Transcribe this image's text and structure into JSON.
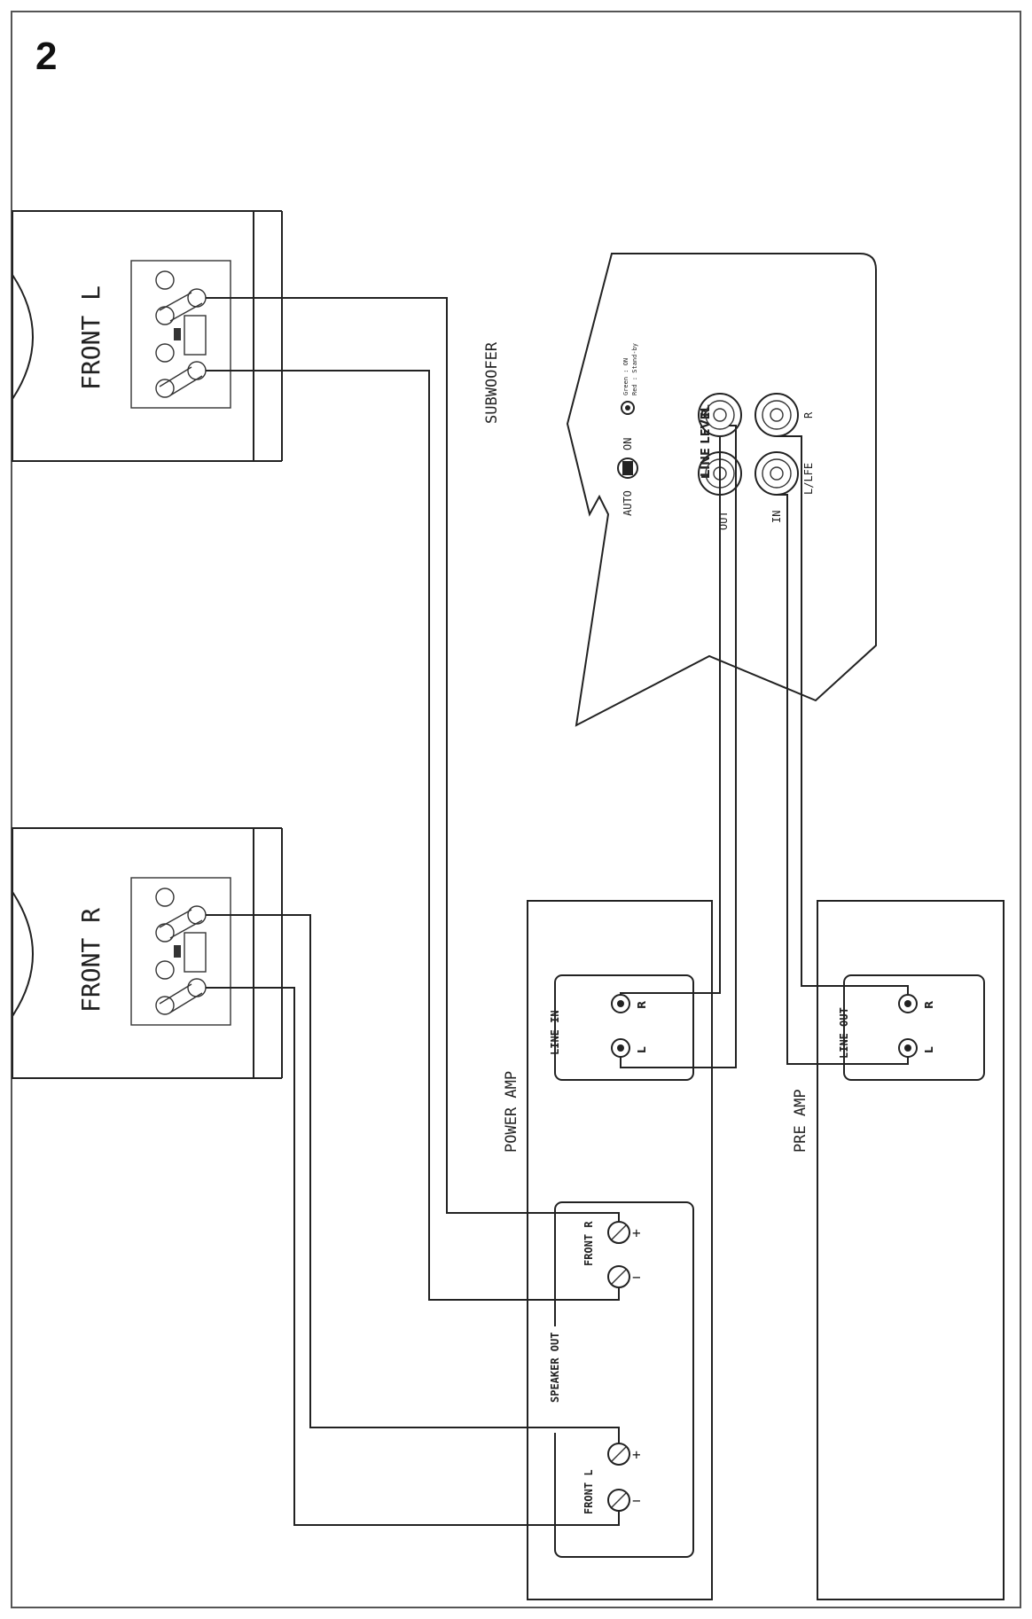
{
  "step_number": "2",
  "speakers": {
    "front_left": "FRONT L",
    "front_right": "FRONT R"
  },
  "subwoofer": {
    "title": "SUBWOOFER",
    "line_level": "LINE LEVEL",
    "line_l": "L",
    "line_r": "R",
    "out": "OUT",
    "in": "IN",
    "lfe": "L/LFE",
    "in_r": "R",
    "auto": "AUTO",
    "on": "ON",
    "led_green": "Green : ON",
    "led_red": "Red : Stand-by"
  },
  "power_amp": {
    "title": "POWER AMP",
    "line_in": "LINE IN",
    "line_in_r": "R",
    "line_in_l": "L",
    "speaker_out": "SPEAKER OUT",
    "front_r": "FRONT R",
    "front_l": "FRONT L",
    "plus_r": "+",
    "minus_r": "−",
    "plus_l": "+",
    "minus_l": "−"
  },
  "pre_amp": {
    "title": "PRE AMP",
    "line_out": "LINE OUT",
    "line_out_r": "R",
    "line_out_l": "L"
  }
}
